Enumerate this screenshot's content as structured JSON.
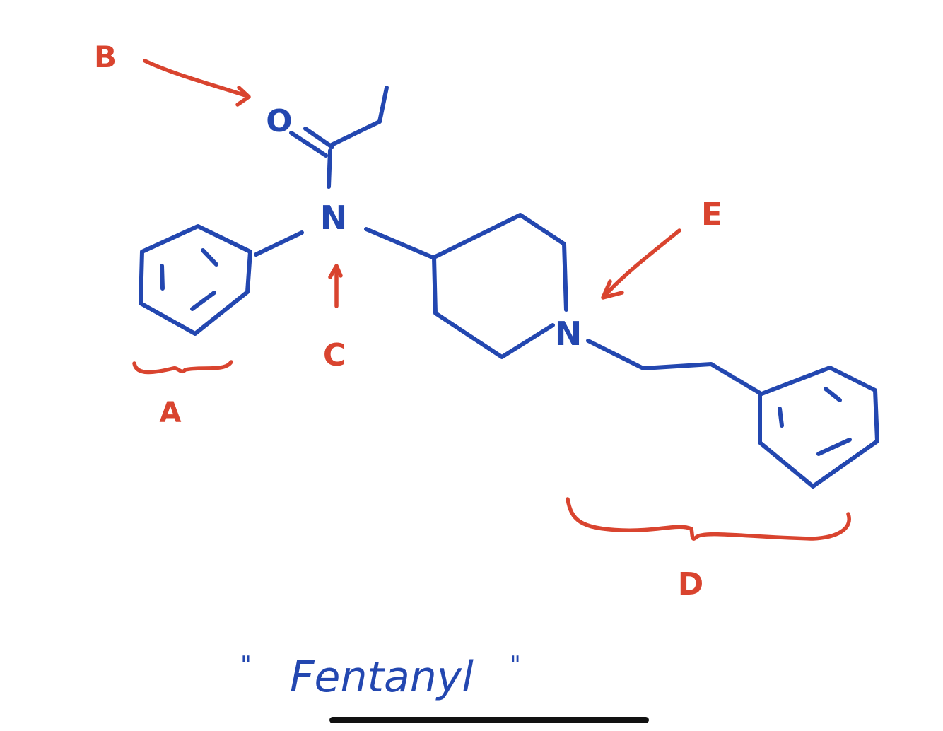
{
  "colors": {
    "structure": "#2347b0",
    "annotation": "#d9442f",
    "home_indicator": "#111111",
    "background": "#ffffff"
  },
  "atoms": {
    "oxygen": "O",
    "amide_nitrogen": "N",
    "piperidine_nitrogen": "N"
  },
  "labels": {
    "a": "A",
    "b": "B",
    "c": "C",
    "d": "D",
    "e": "E"
  },
  "caption": {
    "open_quote": "\"",
    "text": "Fentanyl",
    "close_quote": "\""
  }
}
